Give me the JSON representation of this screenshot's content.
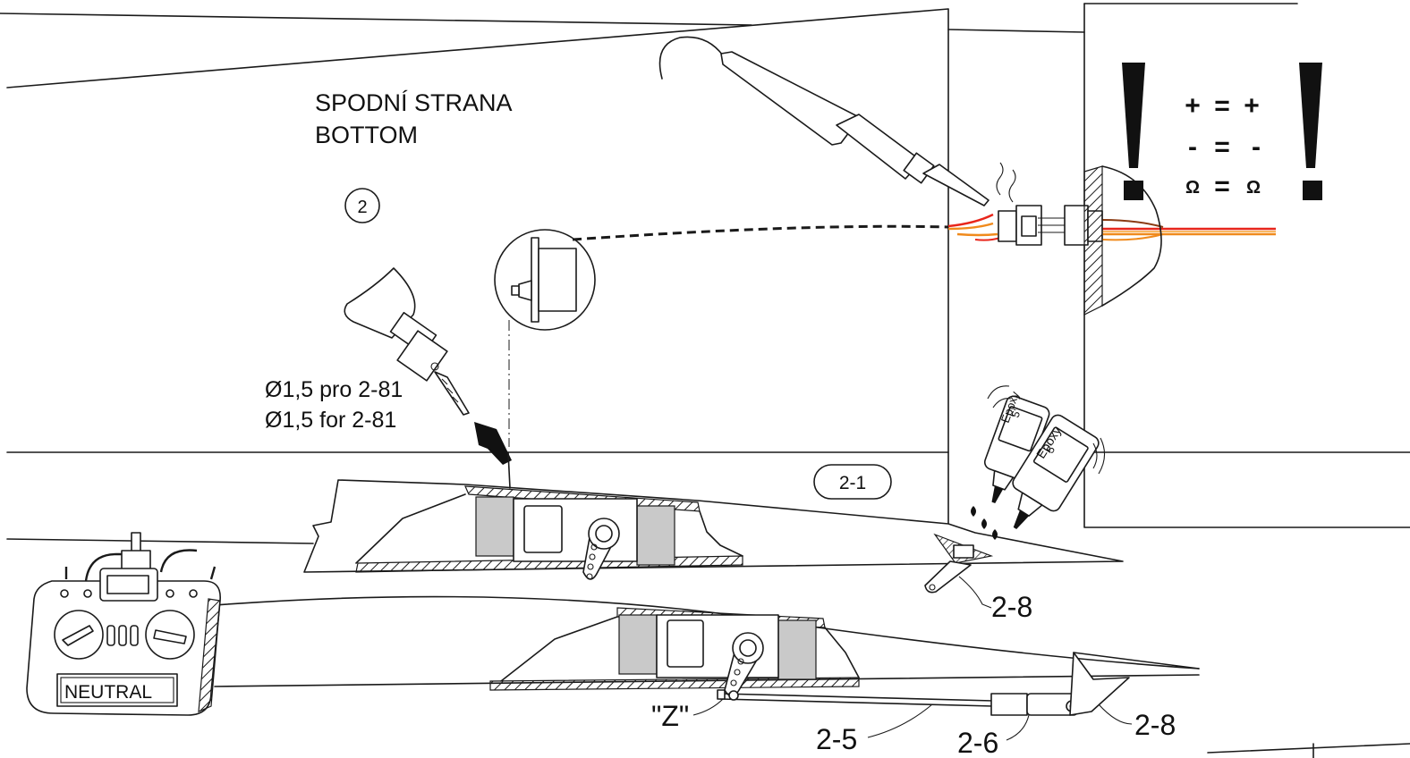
{
  "labels": {
    "side_cz": "SPODNÍ STRANA",
    "side_en": "BOTTOM",
    "step": "2",
    "part_callout": "2-1",
    "drill_cz": "Ø1,5 pro 2-81",
    "drill_en": "Ø1,5 for 2-81",
    "epoxy_brand": "Epoxy",
    "epoxy_minutes": "5'",
    "part_2_8_upper": "2-8",
    "part_2_8_lower": "2-8",
    "part_2_5": "2-5",
    "part_2_6": "2-6",
    "z_bend": "\"Z\"",
    "neutral": "NEUTRAL"
  },
  "polarity": {
    "row1": [
      "+",
      "=",
      "+"
    ],
    "row2": [
      "-",
      "=",
      "-"
    ],
    "row3": [
      "Ω",
      "=",
      "Ω"
    ]
  },
  "colors": {
    "wire_red": "#e8261b",
    "wire_orange": "#f08a1c",
    "wire_brown": "#8a3a12",
    "servo_grey": "#c9c9c9"
  }
}
